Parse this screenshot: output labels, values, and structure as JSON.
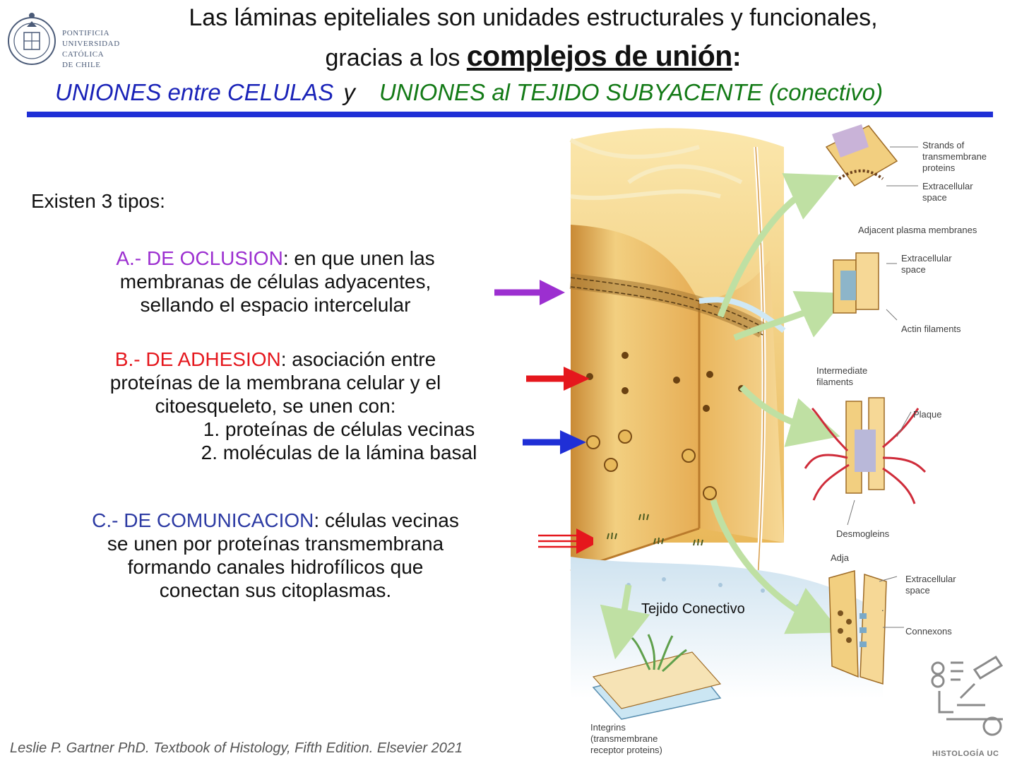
{
  "logo": {
    "lines": [
      "PONTIFICIA",
      "UNIVERSIDAD",
      "CATÓLICA",
      "DE CHILE"
    ]
  },
  "title": {
    "line1": "Las láminas  epiteliales son unidades estructurales  y funcionales,",
    "line2_prefix": "gracias a los ",
    "line2_emphasis": "complejos de unión",
    "line2_suffix": ":"
  },
  "subtitle": {
    "cells": "UNIONES entre CELULAS",
    "connector": "y",
    "tissue": "UNIONES  al TEJIDO SUBYACENTE  (conectivo)"
  },
  "intro": "Existen 3 tipos:",
  "types": {
    "a": {
      "label": "A.- DE OCLUSION",
      "line1_rest": ":  en que unen las",
      "line2": "membranas de células adyacentes,",
      "line3": "sellando el espacio intercelular"
    },
    "b": {
      "label": "B.- DE ADHESION",
      "line1_rest": ": asociación entre",
      "line2": "proteínas de la membrana celular y el",
      "line3": "citoesqueleto, se unen con:",
      "item1": "1. proteínas de células vecinas",
      "item2": "2. moléculas de la lámina basal"
    },
    "c": {
      "label": "C.- DE COMUNICACION",
      "line1_rest": ": células vecinas",
      "line2": "se unen por proteínas transmembrana",
      "line3": "formando canales hidrofílicos que",
      "line4": "conectan sus citoplasmas."
    }
  },
  "diagram": {
    "labels": {
      "strands": [
        "Strands of",
        "transmembrane",
        "proteins"
      ],
      "extracellular_1": [
        "Extracellular",
        "space"
      ],
      "adjacent": "Adjacent plasma membranes",
      "extracellular_2": [
        "Extracellular",
        "space"
      ],
      "actin": "Actin filaments",
      "intermediate": [
        "Intermediate",
        "filaments"
      ],
      "plaque": "Plaque",
      "desmogleins": "Desmogleins",
      "adja": "Adja",
      "extracellular_3": [
        "Extracellular",
        "space"
      ],
      "connexons": "Connexons",
      "tissue": "Tejido Conectivo",
      "integrins": [
        "Integrins",
        "(transmembrane",
        "receptor proteins)"
      ],
      "histologia": "HISTOLOGÍA UC",
      "dot": "."
    }
  },
  "citation": "Leslie P. Gartner PhD. Textbook of Histology, Fifth Edition. Elsevier 2021",
  "colors": {
    "occlusion": "#9c2fd0",
    "adhesion": "#e5171d",
    "adhesion_basal": "#1f2fd6",
    "communication": "#2c3aa3",
    "rule": "#1f2fd6",
    "cells_subtitle": "#1a23b8",
    "tissue_subtitle": "#137a16"
  }
}
